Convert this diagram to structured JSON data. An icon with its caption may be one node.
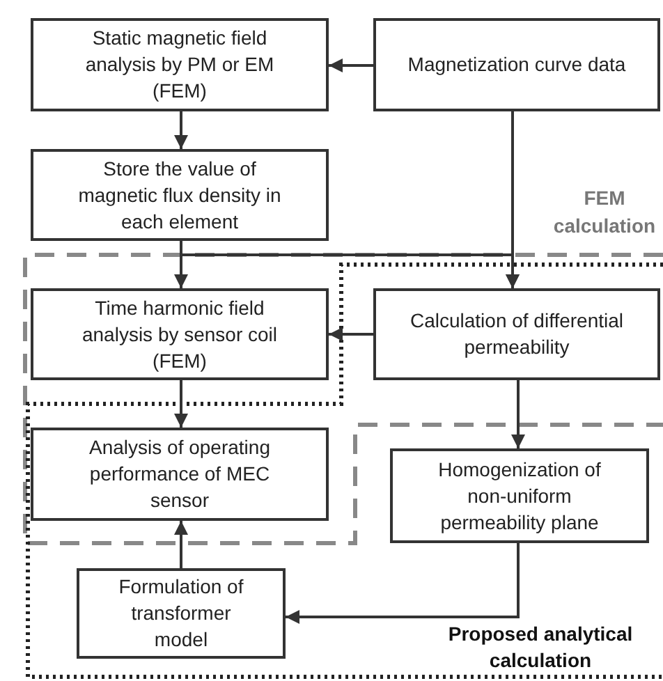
{
  "diagram": {
    "nodes": [
      {
        "text": [
          "Static magnetic field analysis by PM or EM (FEM)"
        ]
      },
      {
        "text": [
          "Magnetization curve data"
        ]
      },
      {
        "text": [
          "Store the value of magnetic flux density in each element"
        ]
      },
      {
        "text": [
          "Time harmonic field analysis by sensor coil (FEM)"
        ]
      },
      {
        "text": [
          "Calculation of differential permeability"
        ]
      },
      {
        "text": [
          "Analysis of operating performance of MEC sensor"
        ]
      },
      {
        "text": [
          "Homogenization of non-uniform permeability plane"
        ]
      },
      {
        "text": [
          "Formulation of transformer model"
        ]
      }
    ],
    "edges": [
      {
        "from": 1,
        "to": 0,
        "arrow": "to"
      },
      {
        "from": 0,
        "to": 2,
        "arrow": "to"
      },
      {
        "from": 2,
        "to": 3,
        "arrow": "to"
      },
      {
        "from": 2,
        "to": 4,
        "arrow": "to"
      },
      {
        "from": 1,
        "to": 4,
        "arrow": "to"
      },
      {
        "from": 4,
        "to": 3,
        "arrow": "to"
      },
      {
        "from": 3,
        "to": 5,
        "arrow": "to"
      },
      {
        "from": 4,
        "to": 6,
        "arrow": "to"
      },
      {
        "from": 6,
        "to": 7,
        "arrow": "to"
      },
      {
        "from": 7,
        "to": 5,
        "arrow": "to"
      }
    ],
    "labels": [
      "FEM calculation",
      "Proposed analytical calculation"
    ]
  }
}
